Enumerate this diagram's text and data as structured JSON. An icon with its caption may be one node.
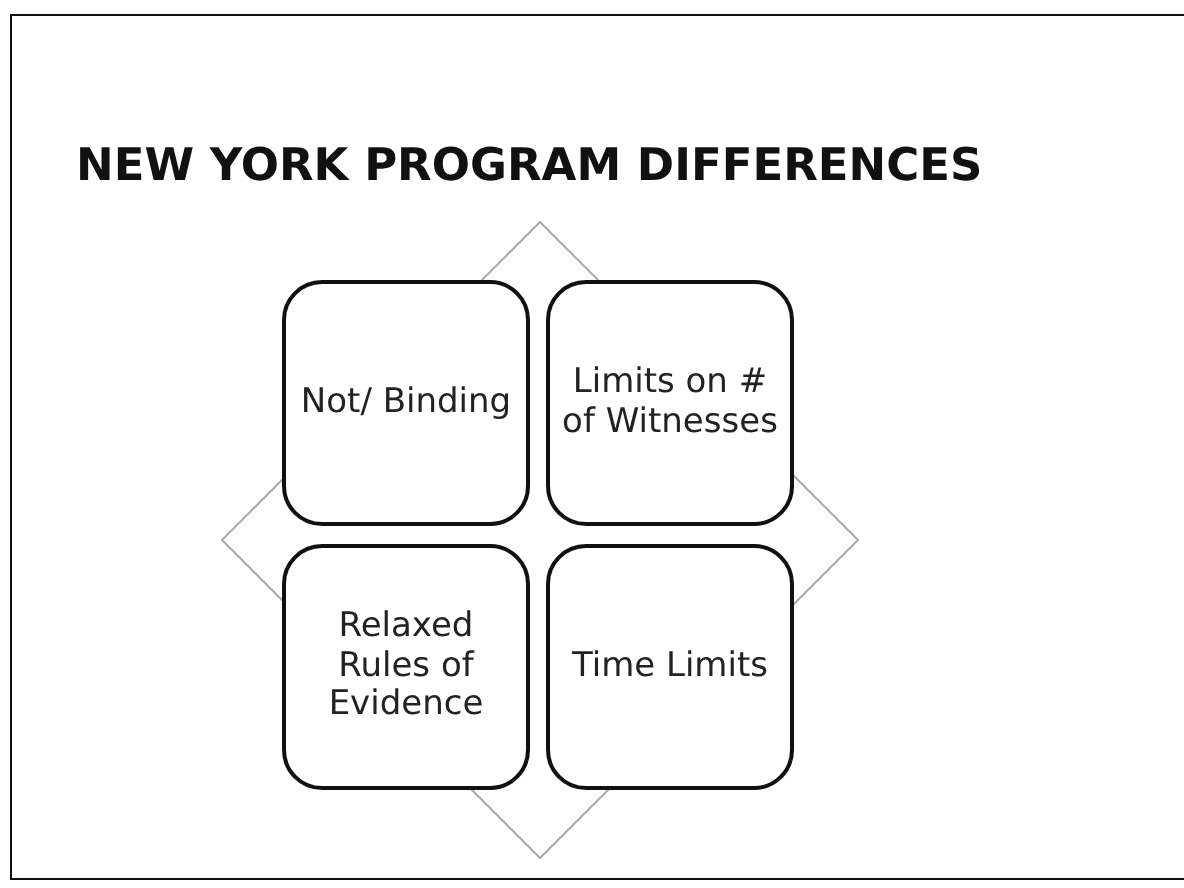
{
  "diagram": {
    "title": "NEW YORK PROGRAM DIFFERENCES",
    "nodes": [
      {
        "text": [],
        "shape": "diamond"
      },
      {
        "text": [
          "Not/ Binding"
        ],
        "in": 0
      },
      {
        "text": [
          "Limits on # of Witnesses"
        ],
        "in": 0
      },
      {
        "text": [
          "Relaxed Rules of Evidence"
        ],
        "in": 0
      },
      {
        "text": [
          "Time Limits"
        ],
        "in": 0
      }
    ],
    "edges": []
  }
}
